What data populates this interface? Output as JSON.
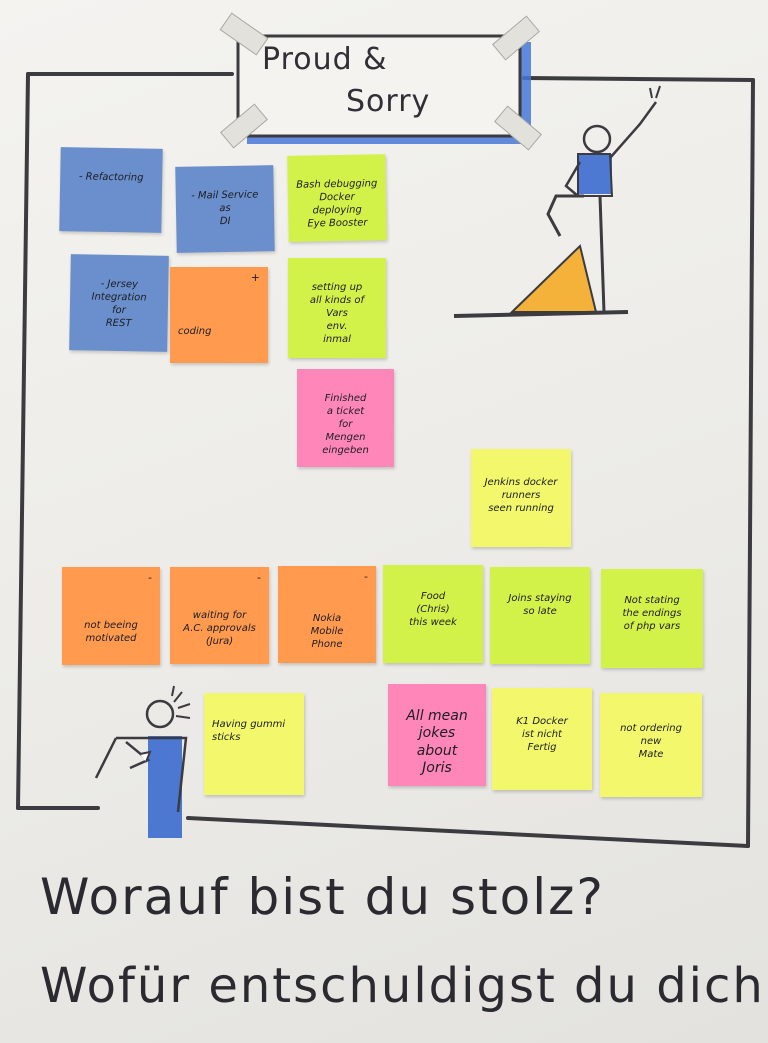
{
  "title": {
    "line1": "Proud &",
    "line2": "Sorry"
  },
  "notes": {
    "refactoring": {
      "text": "- Refactoring"
    },
    "mail_service": {
      "text": "- Mail Service\nas\nDI"
    },
    "jersey": {
      "text": "- Jersey\nIntegration\nfor\nREST"
    },
    "coding": {
      "text": "coding",
      "sign": "+"
    },
    "bash": {
      "text": "Bash debugging\nDocker deploying\nEye Booster"
    },
    "settings": {
      "text": "setting up\nall kinds of\nVars\nenv.\ninmal"
    },
    "ticket": {
      "text": "Finished\na ticket\nfor\nMengen\neingeben"
    },
    "jenkins": {
      "text": "Jenkins docker\nrunners\nseen running"
    },
    "motivated": {
      "text": "not beeing\nmotivated",
      "sign": "-"
    },
    "waiting": {
      "text": "waiting for\nA.C. approvals\n(Jura)",
      "sign": "-"
    },
    "nokia": {
      "text": "Nokia\nMobile\nPhone",
      "sign": "-"
    },
    "food": {
      "text": "Food\n(Chris)\nthis week"
    },
    "joins": {
      "text": "Joins staying\nso late"
    },
    "not_stating": {
      "text": "Not stating\nthe endings\nof php vars"
    },
    "gummies": {
      "text": "Having gummi\nsticks"
    },
    "jokes": {
      "text": "All mean\njokes\nabout\nJoris"
    },
    "k1_docker": {
      "text": "K1 Docker\nist nicht\nFertig"
    },
    "not_ordering": {
      "text": "not ordering\nnew\nMate"
    }
  },
  "questions": {
    "proud": "Worauf bist du stolz?",
    "sorry": "Wofür entschuldigst du dich?"
  },
  "colors": {
    "blue": "#6a8fcc",
    "orange": "#ff9a4f",
    "yellow": "#f2f76b",
    "green": "#d2f24a",
    "pink": "#ff86b9",
    "marker": "#3b3b40",
    "figure_blue": "#3b6ccf",
    "figure_gold": "#f4b23a"
  }
}
